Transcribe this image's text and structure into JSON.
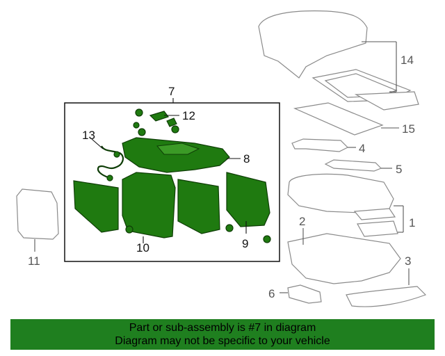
{
  "callouts": {
    "c1": "1",
    "c2": "2",
    "c3": "3",
    "c4": "4",
    "c5": "5",
    "c6": "6",
    "c7": "7",
    "c8": "8",
    "c9": "9",
    "c10": "10",
    "c11": "11",
    "c12": "12",
    "c13": "13",
    "c14": "14",
    "c15": "15"
  },
  "banner": {
    "line1": "Part or sub-assembly is #7 in diagram",
    "line2": "Diagram may not be specific to your vehicle"
  },
  "colors": {
    "highlight": "#1f7a10",
    "banner": "#1f7f1f",
    "outline": "#8a8a8a"
  }
}
